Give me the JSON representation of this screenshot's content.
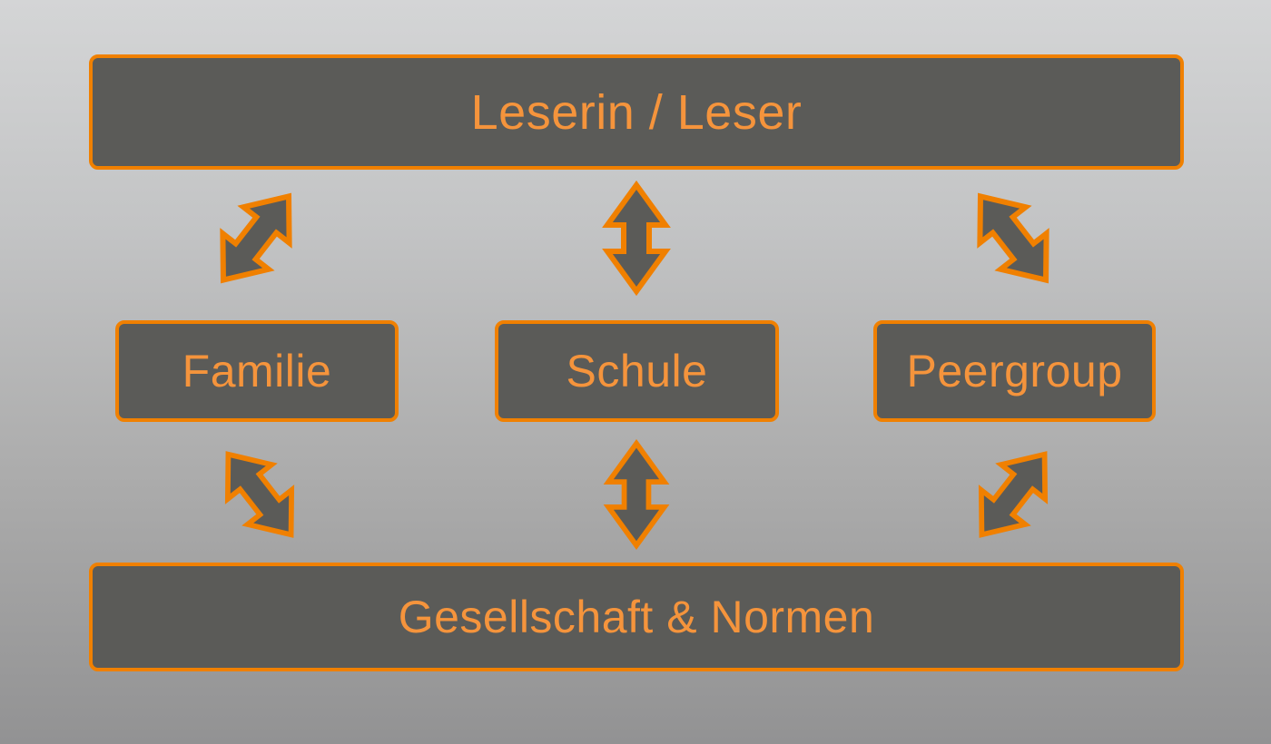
{
  "diagram": {
    "title_text": "Leserin / Leser",
    "colors": {
      "box_fill": "#5b5b58",
      "box_border": "#f08000",
      "text": "#f5943c",
      "background_top": "#d4d5d6",
      "background_bottom": "#929293",
      "arrow_fill": "#5b5b58",
      "arrow_stroke": "#f08000"
    },
    "nodes": [
      {
        "id": "reader",
        "label": "Leserin / Leser"
      },
      {
        "id": "family",
        "label": "Familie"
      },
      {
        "id": "school",
        "label": "Schule"
      },
      {
        "id": "peergroup",
        "label": "Peergroup"
      },
      {
        "id": "society",
        "label": "Gesellschaft & Normen"
      }
    ],
    "connectors": [
      {
        "id": "reader-family",
        "icon": "double-arrow-diagonal-up-right",
        "from": "Familie",
        "to": "Leserin / Leser"
      },
      {
        "id": "reader-school",
        "icon": "double-arrow-vertical",
        "from": "Schule",
        "to": "Leserin / Leser"
      },
      {
        "id": "reader-peer",
        "icon": "double-arrow-diagonal-up-left",
        "from": "Peergroup",
        "to": "Leserin / Leser"
      },
      {
        "id": "family-society",
        "icon": "double-arrow-diagonal-up-left",
        "from": "Gesellschaft & Normen",
        "to": "Familie"
      },
      {
        "id": "school-society",
        "icon": "double-arrow-vertical",
        "from": "Gesellschaft & Normen",
        "to": "Schule"
      },
      {
        "id": "peer-society",
        "icon": "double-arrow-diagonal-up-right",
        "from": "Gesellschaft & Normen",
        "to": "Peergroup"
      }
    ]
  }
}
